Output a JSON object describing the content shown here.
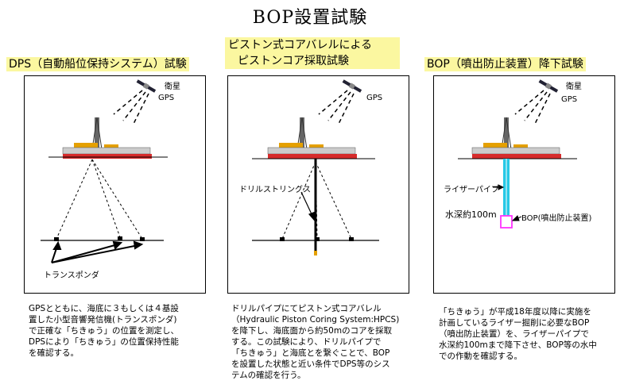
{
  "title": "BOP設置試験",
  "sections": [
    {
      "title": "DPS（自動船位保持システム）試験",
      "labels": {
        "satellite": "衛星",
        "gps": "GPS",
        "transponder": "トランスポンダ"
      },
      "description": "GPSとともに、海底に３もしくは４基設\n置した小型音響発信機(トランスポンダ)\nで正確な「ちきゅう」の位置を測定し、\nDPSにより「ちきゅう」の位置保持性能\nを確認する。"
    },
    {
      "title_line1": "ピストン式コアバレルによる",
      "title_line2": "ピストンコア採取試験",
      "labels": {
        "gps": "GPS",
        "drill_string": "ドリルストリングス"
      },
      "description": "ドリルパイプにてピストン式コアバレル\n（Hydraulic Piston Coring System:HPCS)\nを降下し、海底面から約50mのコアを採取\nする。この試験により、ドリルパイプで\n「ちきゅう」と海底とを繋ぐことで、BOP\nを設置した状態と近い条件でDPS等のシス\nテムの確認を行う。"
    },
    {
      "title": "BOP（噴出防止装置）降下試験",
      "labels": {
        "satellite": "衛星",
        "gps": "GPS",
        "riser_pipe": "ライザーパイプ",
        "depth": "水深約100m",
        "bop": "BOP(噴出防止装置)"
      },
      "description": "「ちきゅう」が平成18年度以降に実施を\n計画しているライザー掘削に必要なBOP\n（噴出防止装置）を、ライザーパイプで\n水深約100mまで降下させ、BOP等の水中\nでの作動を確認する。"
    }
  ],
  "colors": {
    "highlight": "#fbf7a0",
    "hull": "#d62b2b",
    "riser": "#27c9e6",
    "bop": "#ff33ff"
  }
}
